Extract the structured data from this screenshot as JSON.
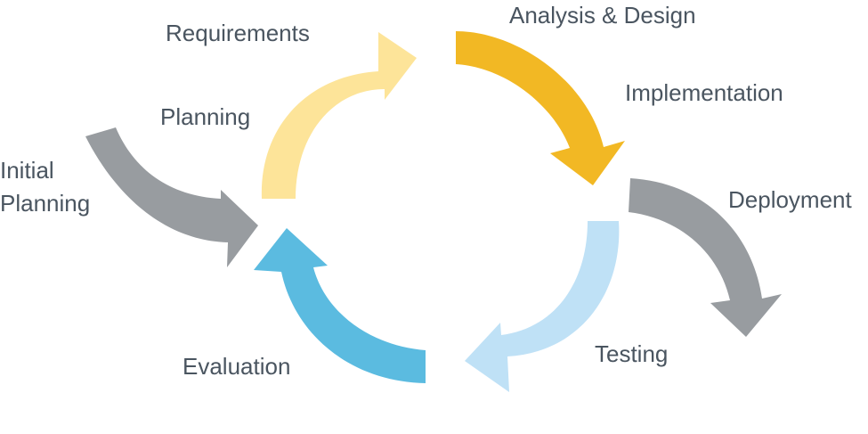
{
  "colors": {
    "gray_arrow": "#989ca0",
    "pale_yellow_arrow": "#fde499",
    "gold_arrow": "#f2b824",
    "pale_blue_arrow": "#bfe1f6",
    "blue_arrow": "#5bbbe0",
    "label_text": "#4a5560"
  },
  "labels": {
    "requirements": "Requirements",
    "analysis_design": "Analysis & Design",
    "implementation": "Implementation",
    "planning": "Planning",
    "initial_planning_line1": "Initial",
    "initial_planning_line2": "Planning",
    "deployment": "Deployment",
    "testing": "Testing",
    "evaluation": "Evaluation"
  }
}
